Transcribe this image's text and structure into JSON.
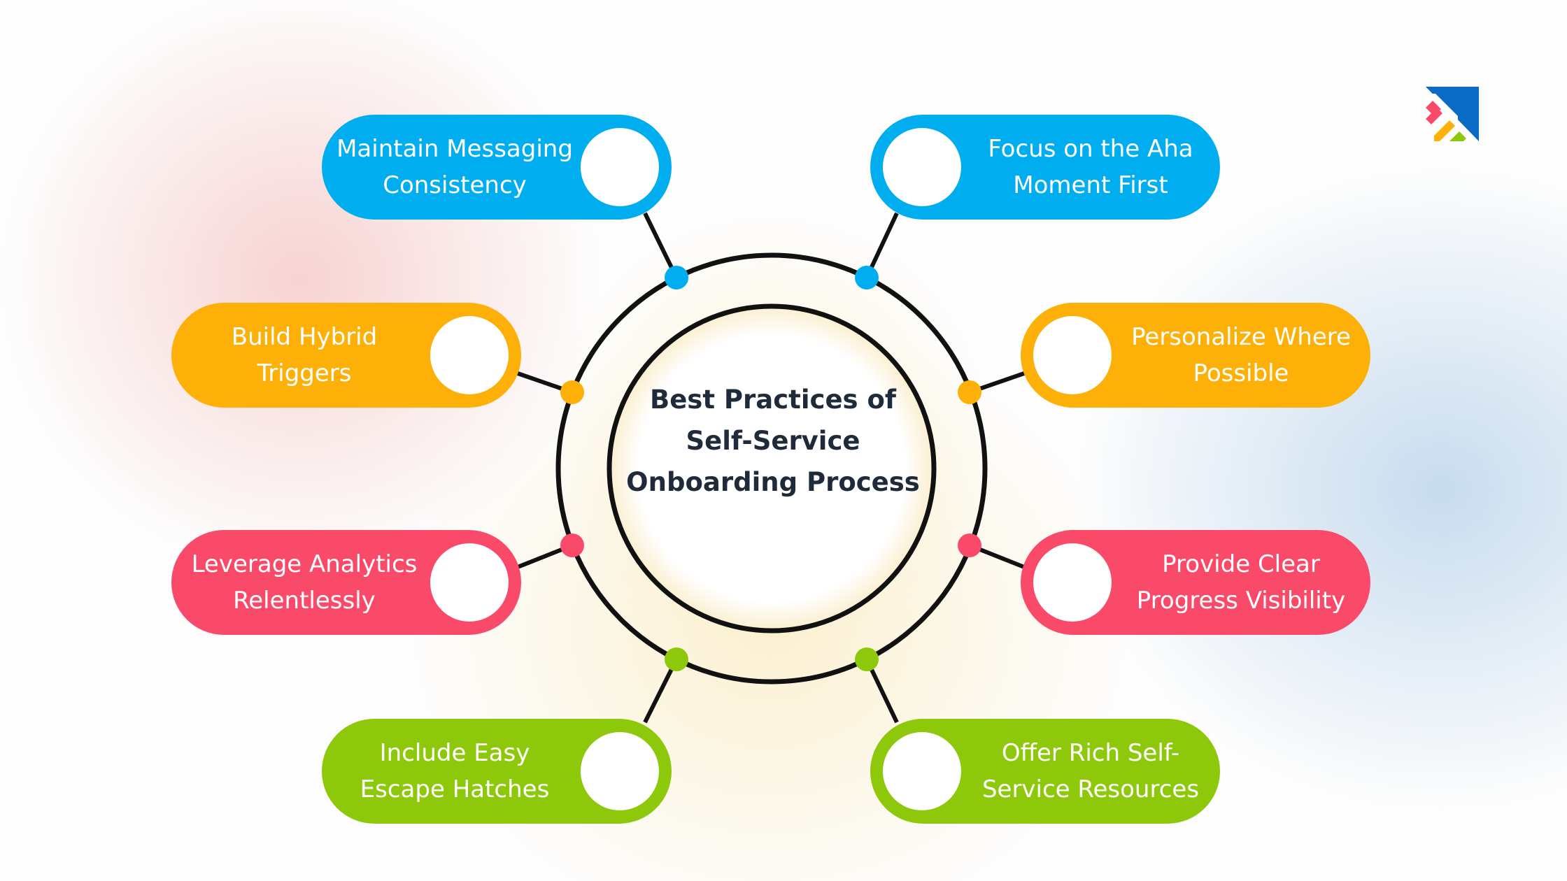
{
  "title": "Best Practices of\nSelf-Service\nOnboarding Process",
  "colors": {
    "blue": "#00AEEF",
    "orange": "#FDB007",
    "red": "#F94A6A",
    "green": "#8DC90A",
    "ring": "#111111",
    "title_text": "#1F2A3A"
  },
  "items": [
    {
      "label": "Maintain Messaging\nConsistency",
      "color": "#00AEEF"
    },
    {
      "label": "Focus on the Aha\nMoment First",
      "color": "#00AEEF"
    },
    {
      "label": "Build Hybrid\nTriggers",
      "color": "#FDB007"
    },
    {
      "label": "Personalize Where\nPossible",
      "color": "#FDB007"
    },
    {
      "label": "Leverage Analytics\nRelentlessly",
      "color": "#F94A6A"
    },
    {
      "label": "Provide Clear\nProgress Visibility",
      "color": "#F94A6A"
    },
    {
      "label": "Include Easy\nEscape Hatches",
      "color": "#8DC90A"
    },
    {
      "label": "Offer Rich Self-\nService Resources",
      "color": "#8DC90A"
    }
  ],
  "logo": {
    "icon": "brand-logo-icon"
  }
}
